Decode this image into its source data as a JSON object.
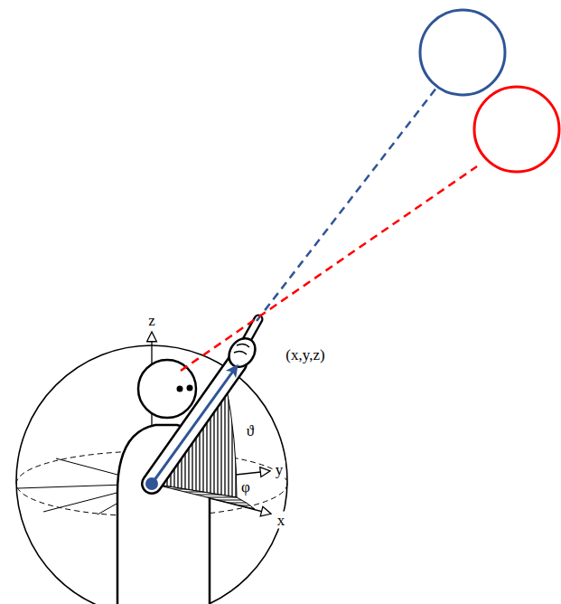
{
  "diagram": {
    "labels": [
      "z",
      "(x,y,z)",
      "ϑ",
      "y",
      "φ",
      "x"
    ]
  }
}
